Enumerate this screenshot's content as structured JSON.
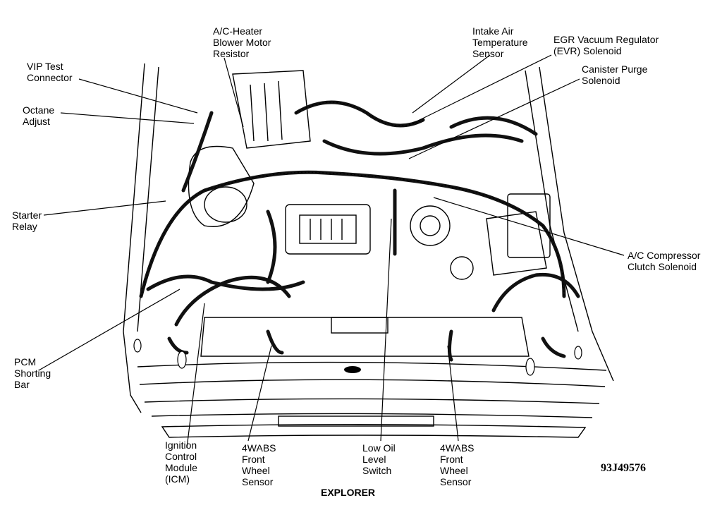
{
  "diagram": {
    "title": "EXPLORER",
    "figure_code": "93J49576",
    "labels": {
      "vip_test_connector": "VIP Test\nConnector",
      "octane_adjust": "Octane\nAdjust",
      "ac_heater_blower_motor_resistor": "A/C-Heater\nBlower Motor\nResistor",
      "intake_air_temperature_sensor": "Intake Air\nTemperature\nSensor",
      "egr_vacuum_regulator": "EGR Vacuum Regulator\n(EVR) Solenoid",
      "canister_purge_solenoid": "Canister Purge\nSolenoid",
      "starter_relay": "Starter\nRelay",
      "ac_compressor_clutch_solenoid": "A/C Compressor\nClutch Solenoid",
      "pcm_shorting_bar": "PCM\nShorting\nBar",
      "ignition_control_module": "Ignition\nControl\nModule\n(ICM)",
      "4wabs_front_wheel_sensor_left": "4WABS\nFront\nWheel\nSensor",
      "low_oil_level_switch": "Low Oil\nLevel\nSwitch",
      "4wabs_front_wheel_sensor_right": "4WABS\nFront\nWheel\nSensor"
    }
  }
}
